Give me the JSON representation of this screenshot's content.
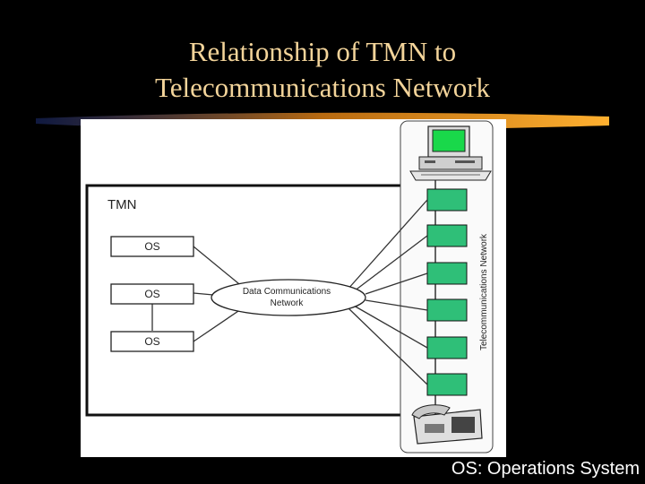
{
  "slide": {
    "title_line1": "Relationship of TMN to",
    "title_line2": "Telecommunications Network",
    "caption": "OS: Operations System"
  },
  "diagram": {
    "tmn_label": "TMN",
    "os_boxes": [
      "OS",
      "OS",
      "OS"
    ],
    "dcn_label_line1": "Data Communications",
    "dcn_label_line2": "Network",
    "telecom_label": "Telecommunications Network",
    "network_element_count_visible": 6,
    "devices": [
      "workstation-icon",
      "telephone-icon"
    ]
  },
  "colors": {
    "background": "#000000",
    "title": "#f3d49a",
    "swoosh": "#f08a10",
    "network_element": "#2fbf78"
  }
}
